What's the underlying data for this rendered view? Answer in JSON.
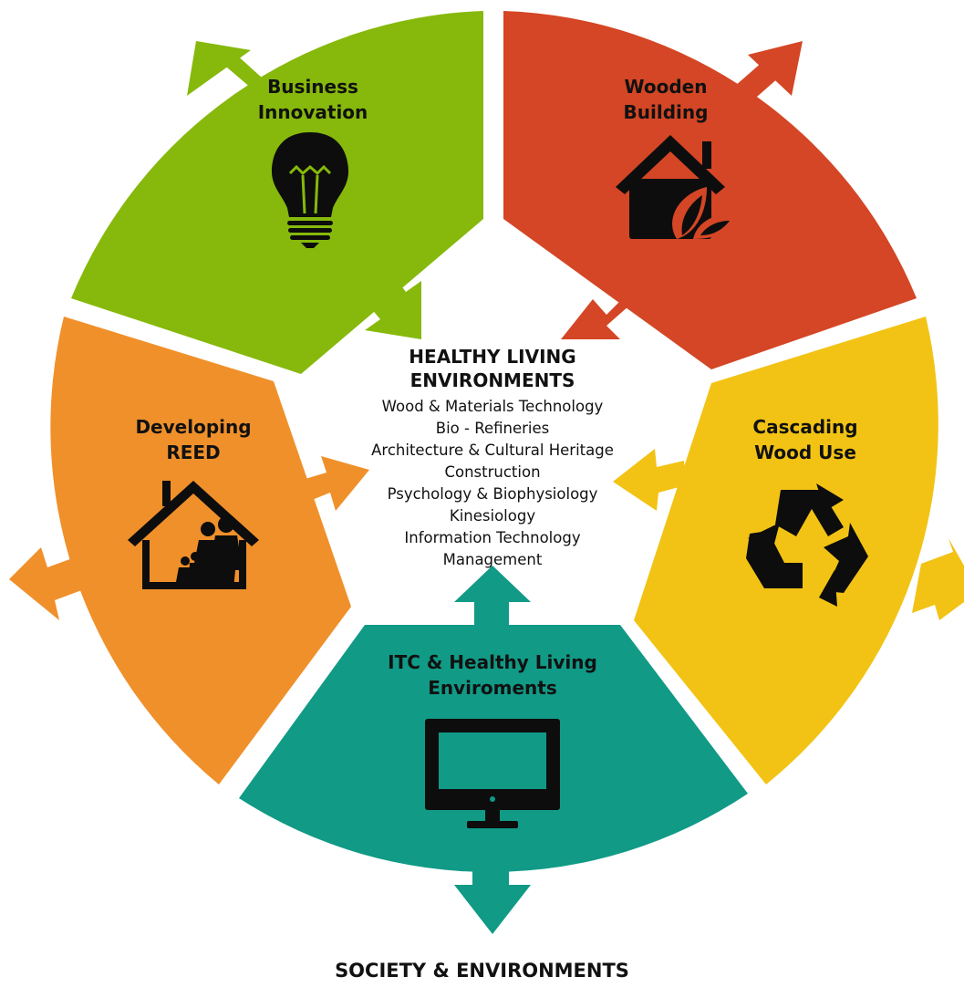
{
  "colors": {
    "business": "#86B90B",
    "wooden": "#D44625",
    "cascading": "#F2C314",
    "itc": "#119A86",
    "developing": "#F0902A",
    "icon": "#0d0d0d"
  },
  "segments": {
    "business": {
      "line1": "Business",
      "line2": "Innovation",
      "icon": "lightbulb-icon"
    },
    "wooden": {
      "line1": "Wooden",
      "line2": "Building",
      "icon": "eco-house-icon"
    },
    "cascading": {
      "line1": "Cascading",
      "line2": "Wood Use",
      "icon": "recycle-icon"
    },
    "itc": {
      "line1": "ITC & Healthy Living",
      "line2": "Enviroments",
      "icon": "monitor-icon"
    },
    "developing": {
      "line1": "Developing",
      "line2": "REED",
      "icon": "family-house-icon"
    }
  },
  "center": {
    "title1": "HEALTHY LIVING",
    "title2": "ENVIRONMENTS",
    "items": [
      "Wood & Materials Technology",
      "Bio - Refineries",
      "Architecture & Cultural Heritage",
      "Construction",
      "Psychology & Biophysiology",
      "Kinesiology",
      "Information Technology",
      "Management"
    ]
  },
  "footer": "SOCIETY & ENVIRONMENTS"
}
